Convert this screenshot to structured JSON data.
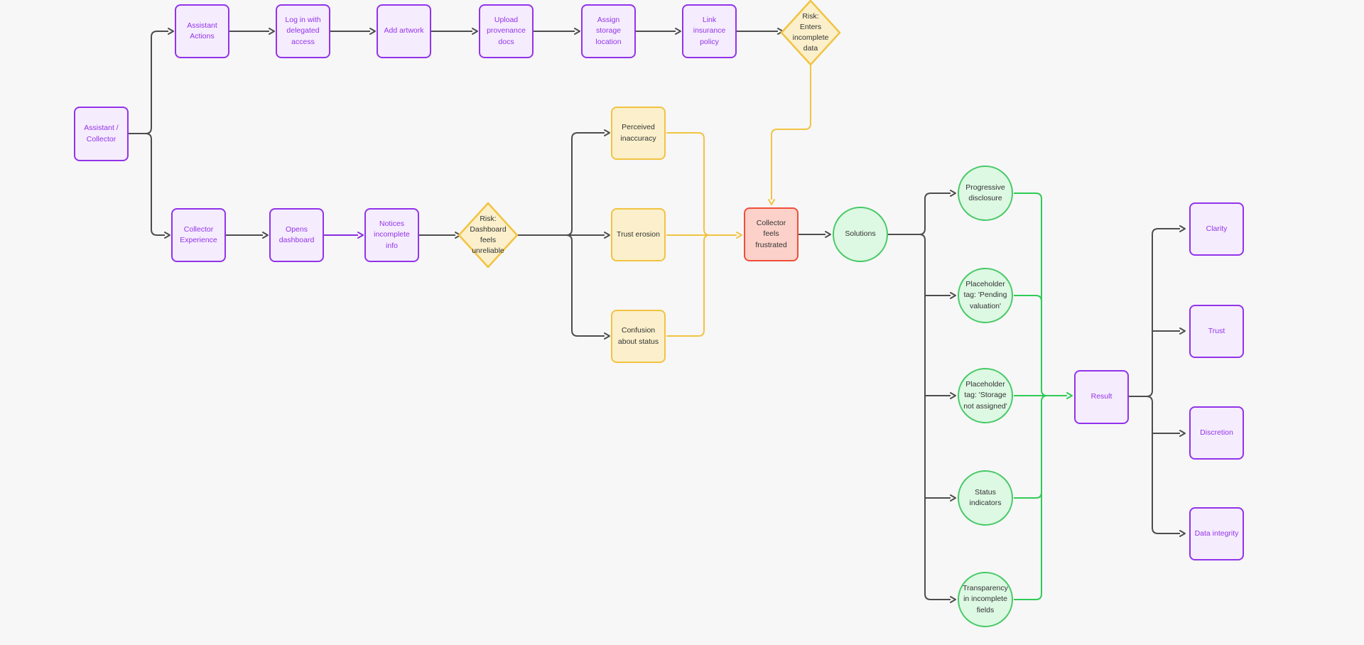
{
  "diagram": {
    "colors": {
      "background": "#F7F7F8",
      "purple_border": "#9333EA",
      "purple_fill": "#F5ECFD",
      "purple_text": "#9333EA",
      "yellow_border": "#F2C342",
      "yellow_fill": "#FBF0CB",
      "red_border": "#F04E3A",
      "red_fill": "#FBD1C9",
      "green_border": "#47C965",
      "green_fill": "#DDF8E3",
      "edge_gray": "#4D4D4D",
      "edge_yellow": "#F2C342",
      "edge_purple": "#8B2CE2",
      "edge_green": "#2FCB55",
      "dark_text": "#333333"
    },
    "nodes": {
      "actor": {
        "label": "Assistant / Collector"
      },
      "assistant_actions": {
        "label": "Assistant Actions"
      },
      "login_delegated": {
        "label": "Log in with delegated access"
      },
      "add_artwork": {
        "label": "Add artwork"
      },
      "upload_provenance": {
        "label": "Upload provenance docs"
      },
      "assign_storage": {
        "label": "Assign storage location"
      },
      "link_insurance": {
        "label": "Link insurance policy"
      },
      "risk_incomplete_data": {
        "label": "Risk: Enters incomplete data"
      },
      "collector_experience": {
        "label": "Collector Experience"
      },
      "opens_dashboard": {
        "label": "Opens dashboard"
      },
      "notices_incomplete": {
        "label": "Notices incomplete info"
      },
      "risk_dashboard_unreliable": {
        "label": "Risk: Dashboard feels unreliable"
      },
      "perceived_inaccuracy": {
        "label": "Perceived inaccuracy"
      },
      "trust_erosion": {
        "label": "Trust erosion"
      },
      "confusion_status": {
        "label": "Confusion about status"
      },
      "collector_frustrated": {
        "label": "Collector feels frustrated"
      },
      "solutions": {
        "label": "Solutions"
      },
      "progressive_disclosure": {
        "label": "Progressive disclosure"
      },
      "placeholder_pending": {
        "label": "Placeholder tag: 'Pending valuation'"
      },
      "placeholder_storage": {
        "label": "Placeholder tag: 'Storage not assigned'"
      },
      "status_indicators": {
        "label": "Status indicators"
      },
      "transparency_incomplete": {
        "label": "Transparency in incomplete fields"
      },
      "result": {
        "label": "Result"
      },
      "clarity": {
        "label": "Clarity"
      },
      "trust": {
        "label": "Trust"
      },
      "discretion": {
        "label": "Discretion"
      },
      "data_integrity": {
        "label": "Data integrity"
      }
    }
  }
}
